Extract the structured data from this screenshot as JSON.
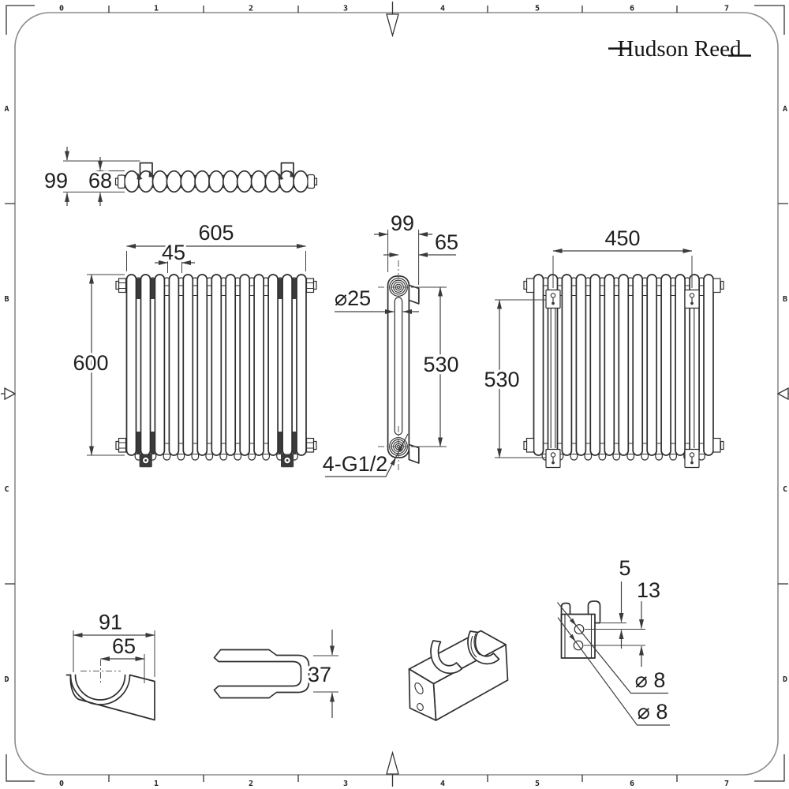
{
  "brand": {
    "name": "Hudson Reed"
  },
  "border": {
    "columns": [
      "0",
      "1",
      "2",
      "3",
      "4",
      "5",
      "6",
      "7"
    ],
    "rows": [
      "A",
      "B",
      "C",
      "D"
    ]
  },
  "dimensions": {
    "top_view": {
      "overall_depth": "99",
      "core_depth": "68"
    },
    "front_view": {
      "overall_width": "605",
      "section_pitch": "45",
      "overall_height": "600"
    },
    "side_view": {
      "depth": "99",
      "wall_to_centre": "65",
      "column_diameter": "⌀25",
      "tapping_centres": "530",
      "connections": "4-G1/2"
    },
    "rear_view": {
      "bracket_centres_horizontal": "450",
      "bracket_centres_vertical": "530"
    },
    "bracket_profile": {
      "length": "91",
      "centre_offset": "65"
    },
    "bracket_plan": {
      "width": "37"
    },
    "bracket_face": {
      "lip": "5",
      "hole_centres": "13",
      "hole_top": "⌀ 8",
      "hole_bottom": "⌀ 8"
    }
  }
}
